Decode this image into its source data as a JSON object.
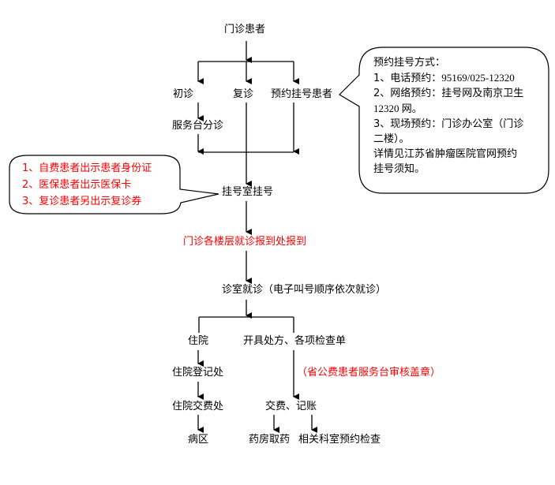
{
  "flowchart": {
    "start": "门诊患者",
    "branches": {
      "first_visit": "初诊",
      "return_visit": "复诊",
      "appointment": "预约挂号患者"
    },
    "triage": "服务台分诊",
    "registration": "挂号室挂号",
    "check_in": "门诊各楼层就诊报到处报到",
    "consultation": "诊室就诊（电子叫号顺序依次就诊）",
    "hospitalization": {
      "label": "住院",
      "steps": [
        "住院登记处",
        "住院交费处",
        "病区"
      ]
    },
    "prescription": {
      "label": "开具处方、各项检查单",
      "note": "（省公费患者服务台审核盖章）",
      "payment": "交费、记账",
      "outcomes": [
        "药房取药",
        "相关科室预约检查"
      ]
    }
  },
  "callouts": {
    "appointment_methods": {
      "lines": [
        {
          "prefix": "预约挂号方式：",
          "suffix": ""
        },
        {
          "prefix": "1、电话预约：",
          "suffix": "95169/025-12320"
        },
        {
          "prefix": "2、网络预约：挂号网及南京卫生",
          "suffix": ""
        },
        {
          "prefix": "",
          "suffix": "12320 网。"
        },
        {
          "prefix": "3、现场预约：门诊办公室（门诊",
          "suffix": ""
        },
        {
          "prefix": "二楼）。",
          "suffix": ""
        },
        {
          "prefix": "详情见江苏省肿瘤医院官网预约",
          "suffix": ""
        },
        {
          "prefix": "挂号须知。",
          "suffix": ""
        }
      ]
    },
    "registration_requirements": {
      "lines": [
        "1、自费患者出示患者身份证",
        "2、医保患者出示医保卡",
        "3、复诊患者另出示复诊券"
      ]
    }
  },
  "colors": {
    "text": "#000000",
    "highlight": "#ff0000",
    "line": "#000000"
  }
}
